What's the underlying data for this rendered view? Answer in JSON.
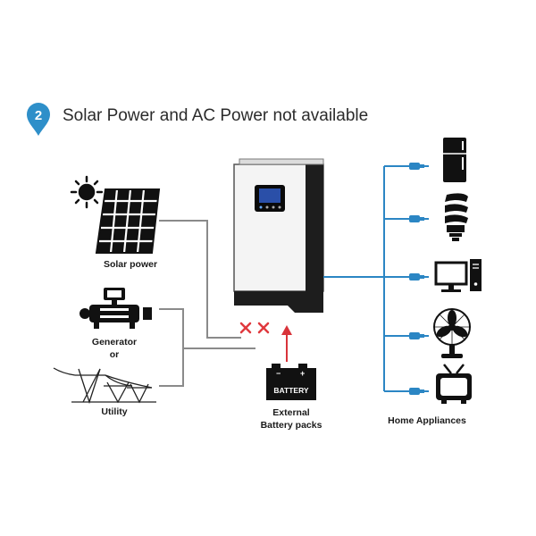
{
  "heading": {
    "step_number": "2",
    "title": "Solar Power and AC Power not available"
  },
  "sources": {
    "solar_label": "Solar power",
    "generator_label": "Generator",
    "or_label": "or",
    "utility_label": "Utility"
  },
  "battery": {
    "box_text": "BATTERY",
    "label_line1": "External",
    "label_line2": "Battery packs"
  },
  "appliances": {
    "label": "Home Appliances",
    "items": [
      "refrigerator-icon",
      "cfl-bulb-icon",
      "computer-icon",
      "fan-icon",
      "tv-icon"
    ]
  },
  "colors": {
    "step_pin": "#2e8fc9",
    "ac_line": "#2b86c4",
    "disconnected_mark": "#e0393e",
    "battery_arrow": "#d8333a",
    "source_line": "#8a8a8a"
  }
}
